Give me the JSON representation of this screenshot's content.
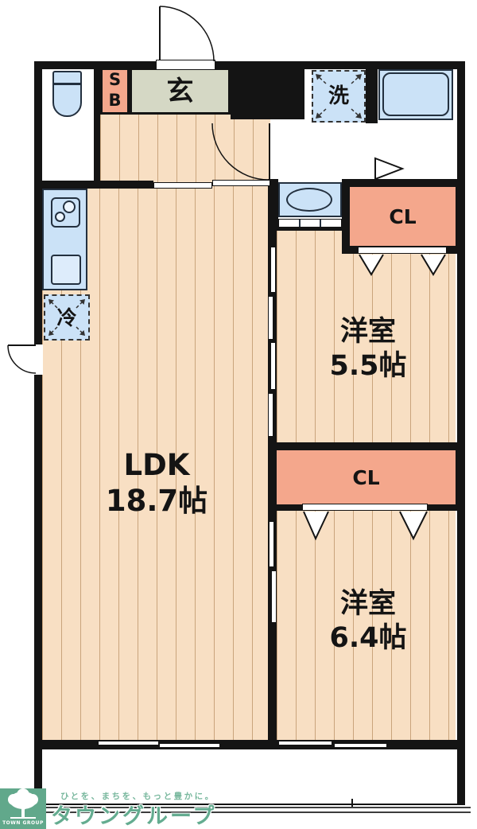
{
  "plan": {
    "rooms": {
      "ldk": {
        "name": "LDK",
        "size": "18.7帖"
      },
      "western1": {
        "name": "洋室",
        "size": "5.5帖"
      },
      "western2": {
        "name": "洋室",
        "size": "6.4帖"
      },
      "genkan": {
        "label": "玄"
      },
      "shoe_box": {
        "line1": "S",
        "line2": "B"
      },
      "washer": {
        "label": "洗"
      },
      "fridge": {
        "label": "冷"
      },
      "closet1": {
        "label": "CL"
      },
      "closet2": {
        "label": "CL"
      }
    },
    "colors": {
      "wall": "#141414",
      "floor": "#f8dfc3",
      "floor_stripe": "#c9a47c",
      "closet": "#f4a78c",
      "genkan_tile": "#d5d8c5",
      "fixture_blue": "#cbe2f7",
      "brand_green": "#64ac90"
    }
  },
  "branding": {
    "logo_text": "TOWN GROUP",
    "slogan": "ひとを、まちを、もっと豊かに。",
    "brand_name": "タウングループ"
  }
}
